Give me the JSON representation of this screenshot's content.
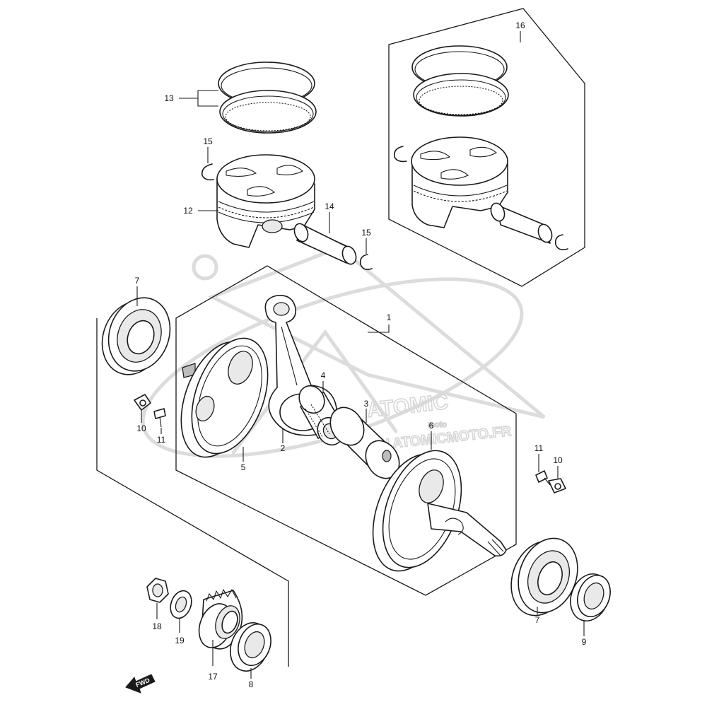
{
  "watermark": {
    "brand": "ATOMIC",
    "sub": "moto",
    "url": "WWW.ATOMICMOTO.FR"
  },
  "fwd_label": "FWD",
  "callouts": {
    "c1": "1",
    "c2": "2",
    "c3": "3",
    "c4": "4",
    "c5": "5",
    "c6": "6",
    "c7a": "7",
    "c7b": "7",
    "c8": "8",
    "c9": "9",
    "c10a": "10",
    "c10b": "10",
    "c11a": "11",
    "c11b": "11",
    "c12": "12",
    "c13": "13",
    "c14": "14",
    "c15a": "15",
    "c15b": "15",
    "c16": "16",
    "c17": "17",
    "c18": "18",
    "c19": "19"
  },
  "colors": {
    "line": "#1a1a1a",
    "watermark": "#d6d6d6",
    "background": "#ffffff"
  }
}
